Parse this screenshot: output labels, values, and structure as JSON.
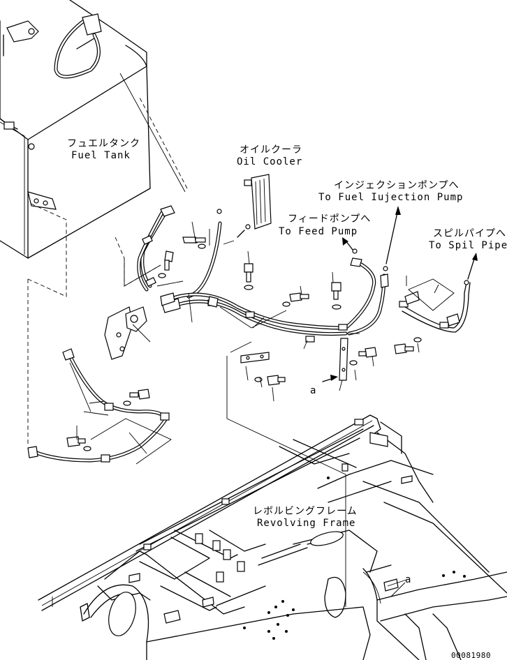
{
  "labels": {
    "fuel_tank_jp": "フュエルタンク",
    "fuel_tank_en": "Fuel Tank",
    "oil_cooler_jp": "オイルクーラ",
    "oil_cooler_en": "Oil Cooler",
    "injection_pump_jp": "インジェクションポンプへ",
    "injection_pump_en": "To Fuel Iujection Pump",
    "feed_pump_jp": "フィードポンプへ",
    "feed_pump_en": "To Feed Pump",
    "spill_pipe_jp": "スピルパイプへ",
    "spill_pipe_en": "To Spil Pipe",
    "revolving_frame_jp": "レボルビングフレーム",
    "revolving_frame_en": "Revolving Frame",
    "view_a_left": "a",
    "view_a_right": "a",
    "drawing_number": "00081980"
  }
}
